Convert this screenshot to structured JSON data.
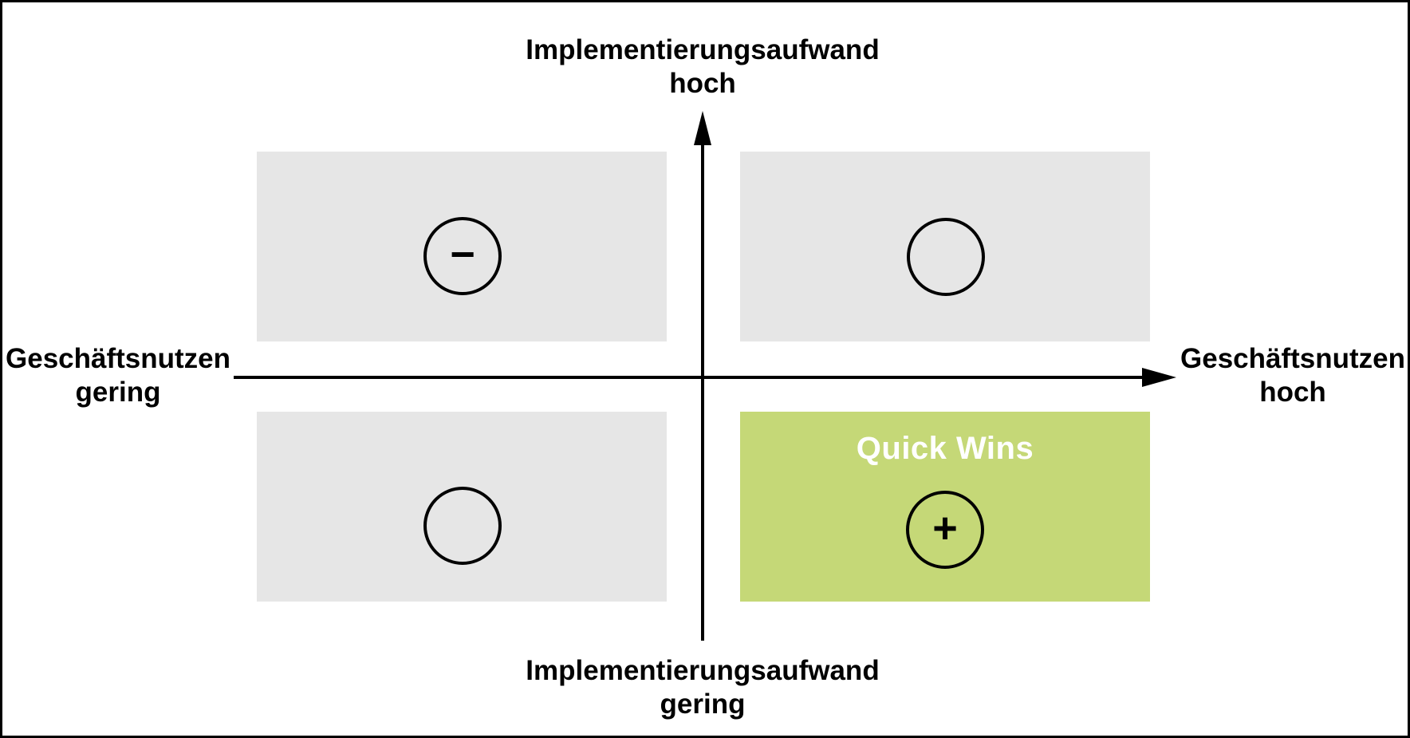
{
  "diagram": {
    "axis_labels": {
      "top": {
        "line1": "Implementierungsaufwand",
        "line2": "hoch"
      },
      "bottom": {
        "line1": "Implementierungsaufwand",
        "line2": "gering"
      },
      "left": {
        "line1": "Geschäftsnutzen",
        "line2": "gering"
      },
      "right": {
        "line1": "Geschäftsnutzen",
        "line2": "hoch"
      }
    },
    "quadrants": [
      {
        "position": "top-left",
        "label": "",
        "marker": "−",
        "fill": "#e6e6e6"
      },
      {
        "position": "top-right",
        "label": "",
        "marker": "",
        "fill": "#e6e6e6"
      },
      {
        "position": "bottom-left",
        "label": "",
        "marker": "",
        "fill": "#e6e6e6"
      },
      {
        "position": "bottom-right",
        "label": "Quick Wins",
        "marker": "+",
        "fill": "#c5d877"
      }
    ],
    "colors": {
      "background": "#ffffff",
      "border": "#000000",
      "axis": "#000000",
      "quadrant_gray": "#e6e6e6",
      "quadrant_green": "#c5d877",
      "quadrant_label_text": "#ffffff",
      "axis_label_text": "#000000"
    }
  }
}
